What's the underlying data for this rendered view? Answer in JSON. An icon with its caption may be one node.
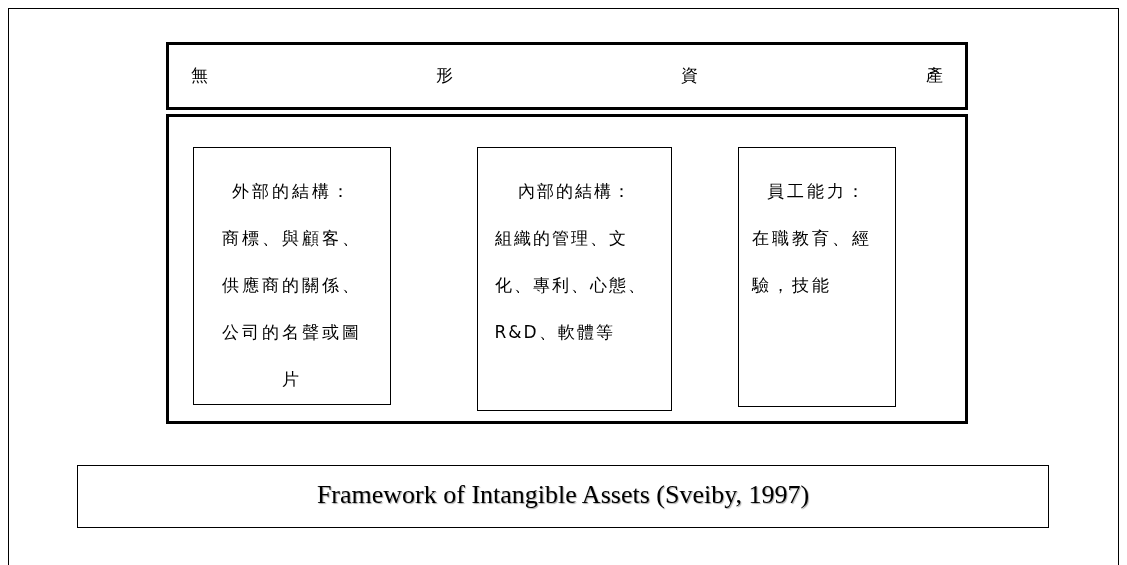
{
  "diagram": {
    "nodes": [
      {
        "text": [
          "無形資產"
        ]
      },
      {
        "text": [],
        "shape": "box"
      },
      {
        "text": [
          "外部的結構：",
          "商標、與顧客、供應商的關係、公司的名聲或圖片"
        ],
        "in": 1
      },
      {
        "text": [
          "內部的結構：",
          "組織的管理、文化、專利、心態、R&D、軟體等"
        ],
        "in": 1
      },
      {
        "text": [
          "員工能力：",
          "在職教育、經驗，技能"
        ],
        "in": 1
      },
      {
        "text": [
          "Framework of Intangible Assets (Sveiby, 1997)"
        ]
      }
    ],
    "edges": []
  }
}
